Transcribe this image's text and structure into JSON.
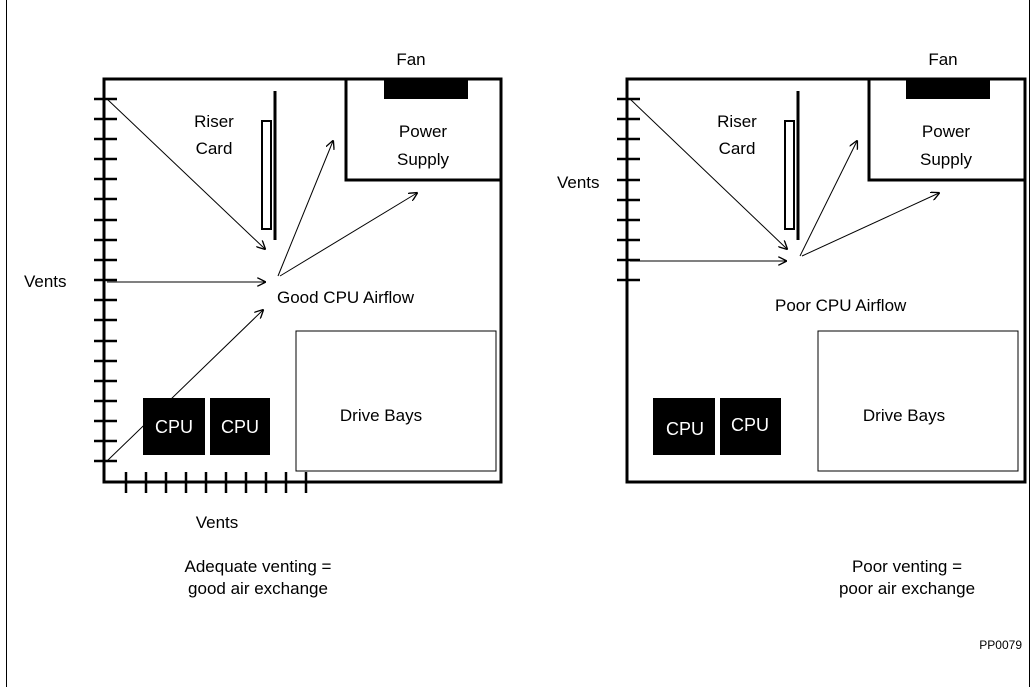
{
  "left_panel": {
    "fan_label": "Fan",
    "riser_label": [
      "Riser",
      "Card"
    ],
    "psu_label": [
      "Power",
      "Supply"
    ],
    "side_vents_label": "Vents",
    "bottom_vents_label": "Vents",
    "airflow_label": "Good CPU Airflow",
    "cpu_labels": [
      "CPU",
      "CPU"
    ],
    "drive_bays_label": "Drive Bays",
    "caption": [
      "Adequate venting =",
      "good air exchange"
    ]
  },
  "right_panel": {
    "fan_label": "Fan",
    "riser_label": [
      "Riser",
      "Card"
    ],
    "psu_label": [
      "Power",
      "Supply"
    ],
    "side_vents_label": "Vents",
    "airflow_label": "Poor CPU Airflow",
    "cpu_labels": [
      "CPU",
      "CPU"
    ],
    "drive_bays_label": "Drive Bays",
    "caption": [
      "Poor venting =",
      "poor air exchange"
    ]
  },
  "figure_code": "PP0079"
}
